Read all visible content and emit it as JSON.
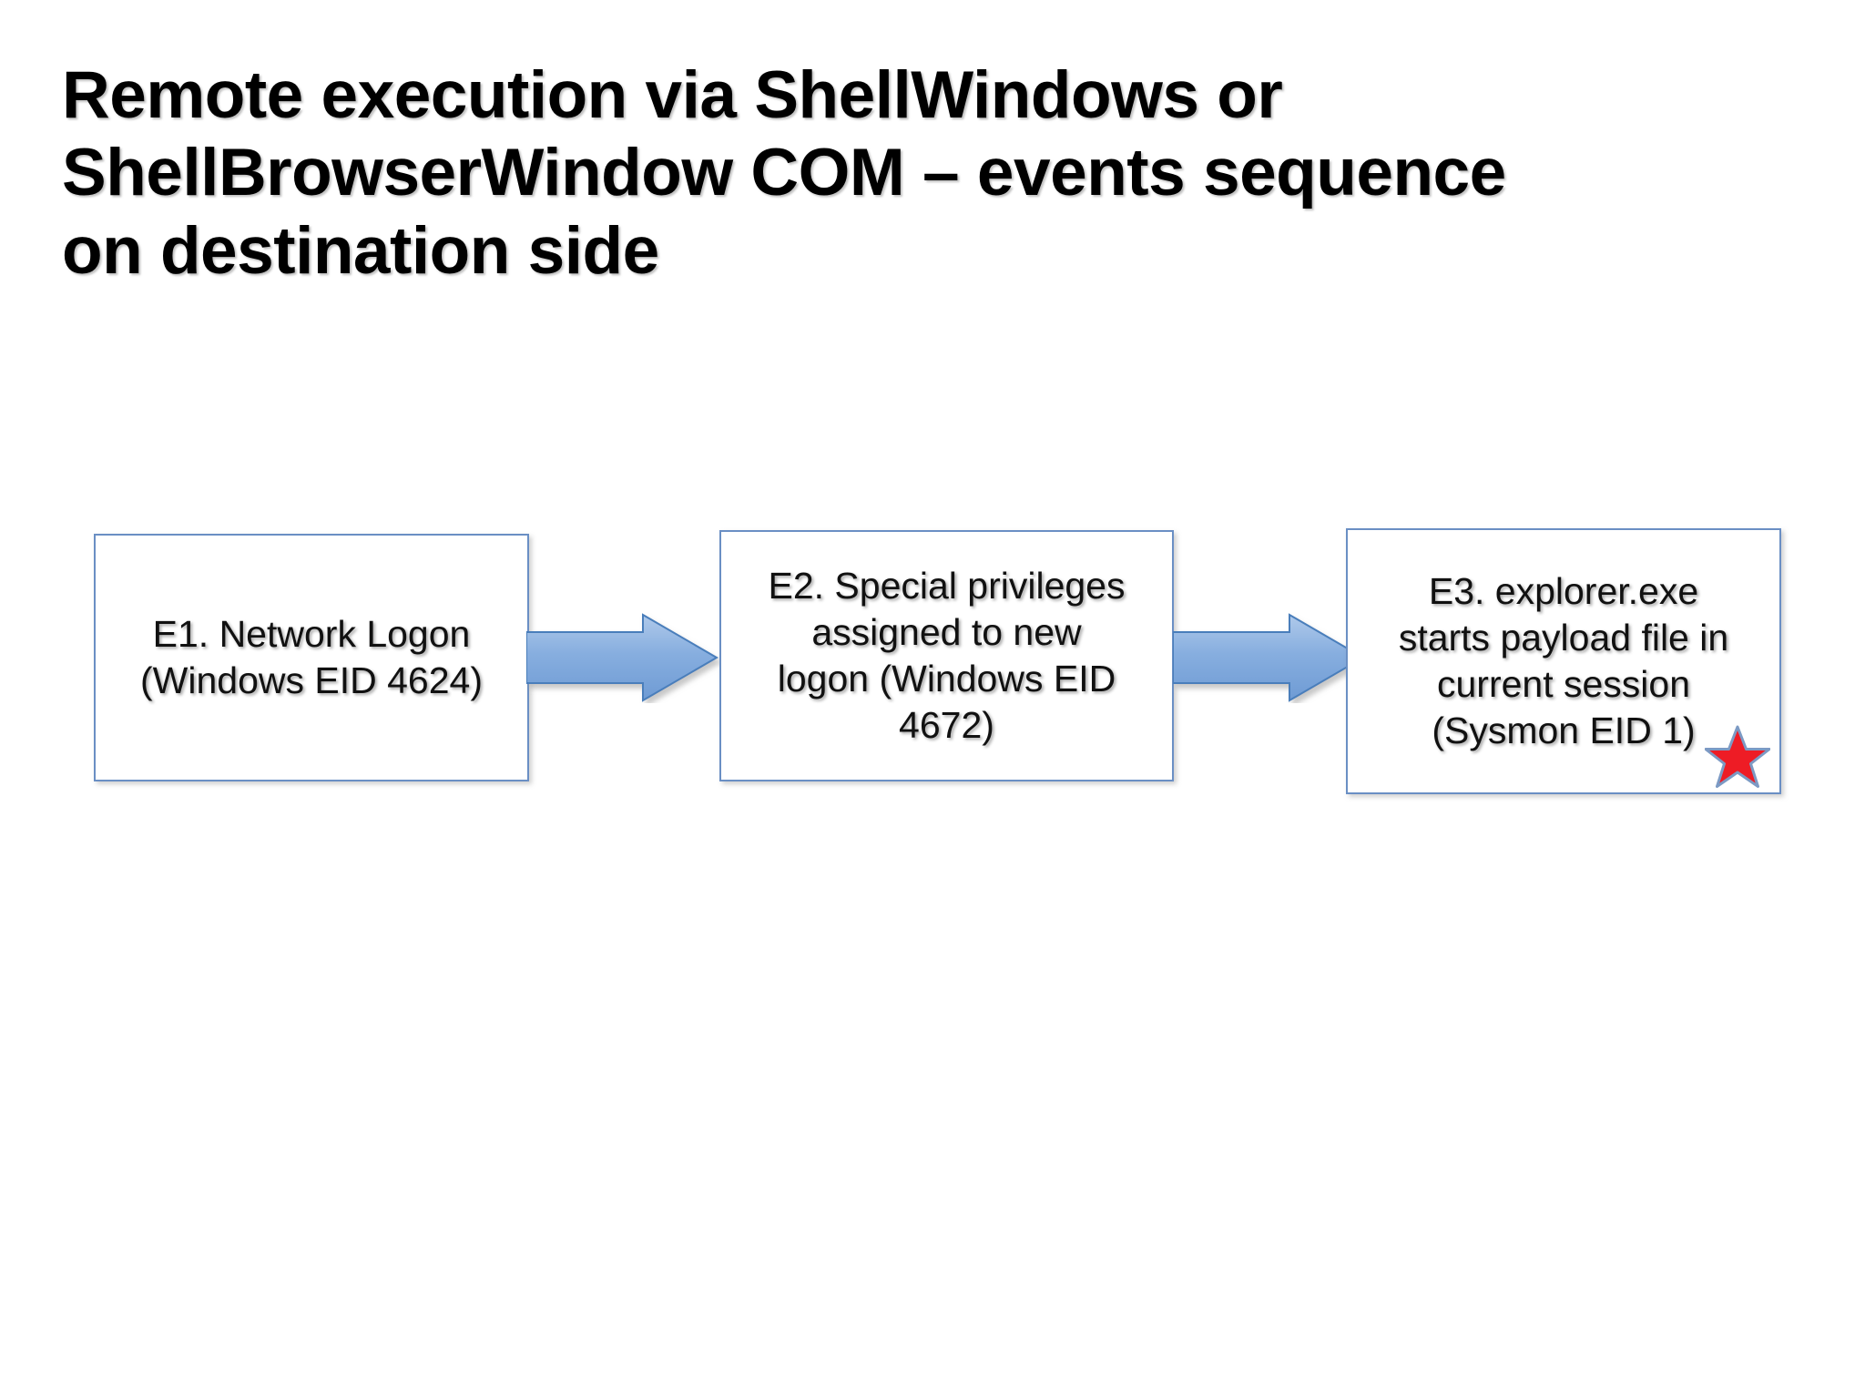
{
  "slide": {
    "title": "Remote execution via ShellWindows or\nShellBrowserWindow COM – events sequence\non destination side",
    "background_color": "#ffffff"
  },
  "diagram": {
    "type": "flow",
    "orientation": "left-to-right",
    "box_border_color": "#6A8FC4",
    "arrow_fill_color": "#7EA6DC",
    "arrow_border_color": "#4A7EBB",
    "star_fill_color": "#EE1C25",
    "star_border_color": "#7C9AC4",
    "steps": [
      {
        "id": "E1",
        "text": "E1. Network Logon\n(Windows EID 4624)",
        "label": "E1. Network Logon",
        "detail": "(Windows EID 4624)",
        "event_source": "Windows",
        "event_id": "4624"
      },
      {
        "id": "E2",
        "text": "E2. Special privileges\nassigned to new\nlogon (Windows EID\n4672)",
        "label": "E2. Special privileges assigned to new logon",
        "detail": "(Windows EID 4672)",
        "event_source": "Windows",
        "event_id": "4672"
      },
      {
        "id": "E3",
        "text": "E3. explorer.exe\nstarts payload file in\ncurrent session\n(Sysmon EID 1)",
        "label": "E3. explorer.exe starts payload file in current session",
        "detail": "(Sysmon EID 1)",
        "event_source": "Sysmon",
        "event_id": "1",
        "marker": "red-star"
      }
    ],
    "connectors": [
      {
        "id": "arrow-1",
        "from": "E1",
        "to": "E2",
        "icon": "right-arrow-icon"
      },
      {
        "id": "arrow-2",
        "from": "E2",
        "to": "E3",
        "icon": "right-arrow-icon"
      }
    ]
  }
}
